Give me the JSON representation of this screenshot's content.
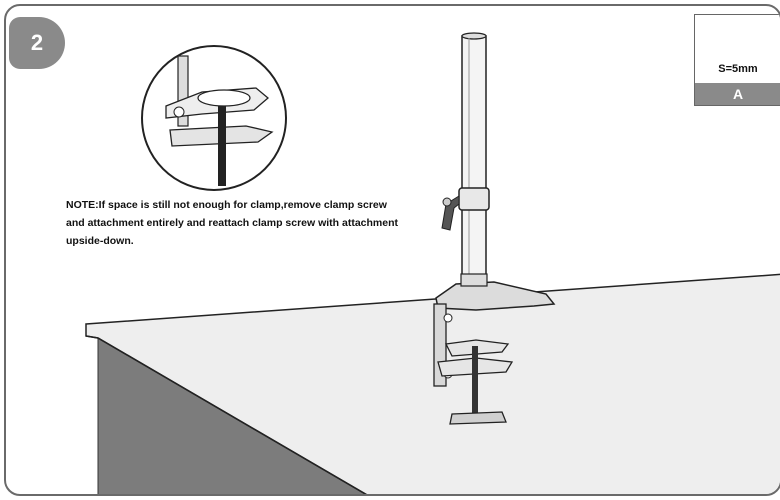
{
  "step": {
    "number": "2"
  },
  "note": {
    "text": "NOTE:If space is still not enough for clamp,remove clamp screw and attachment entirely and reattach clamp screw with attachment upside-down."
  },
  "tool": {
    "size_label": "S=5mm",
    "letter": "A",
    "icon": "allen-key-icon"
  },
  "colors": {
    "badge": "#8a8a8a",
    "table_side": "#7c7c7c",
    "table_top": "#eeeeee",
    "outline": "#222222"
  }
}
